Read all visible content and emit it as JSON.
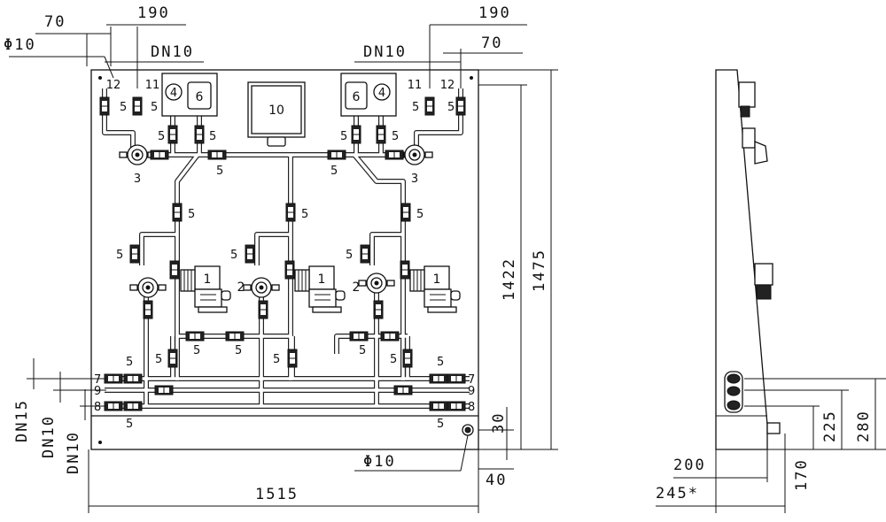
{
  "front_view": {
    "dimensions": {
      "top_left_70": "70",
      "top_left_190": "190",
      "top_left_phi10": "Φ10",
      "top_left_dn10": "DN10",
      "top_right_190": "190",
      "top_right_dn10": "DN10",
      "top_right_70": "70",
      "height_1422": "1422",
      "height_1475": "1475",
      "bottom_width_1515": "1515",
      "bottom_phi10": "Φ10",
      "bottom_30": "30",
      "bottom_40": "40",
      "left_dn15": "DN15",
      "left_dn10_a": "DN10",
      "left_dn10_b": "DN10"
    },
    "labels": {
      "display": "10",
      "filter_left": "6",
      "filter_right": "6",
      "gauge_left": "4",
      "gauge_right": "4",
      "pump": "1",
      "sensor": "2",
      "valve_right": "3",
      "valve_left": "3",
      "fitting": "5",
      "port_11": "11",
      "port_12": "12",
      "line_7": "7",
      "line_9": "9",
      "line_8": "8"
    }
  },
  "side_view": {
    "dimensions": {
      "d200": "200",
      "d245": "245*",
      "d170": "170",
      "d225": "225",
      "d280": "280"
    }
  }
}
